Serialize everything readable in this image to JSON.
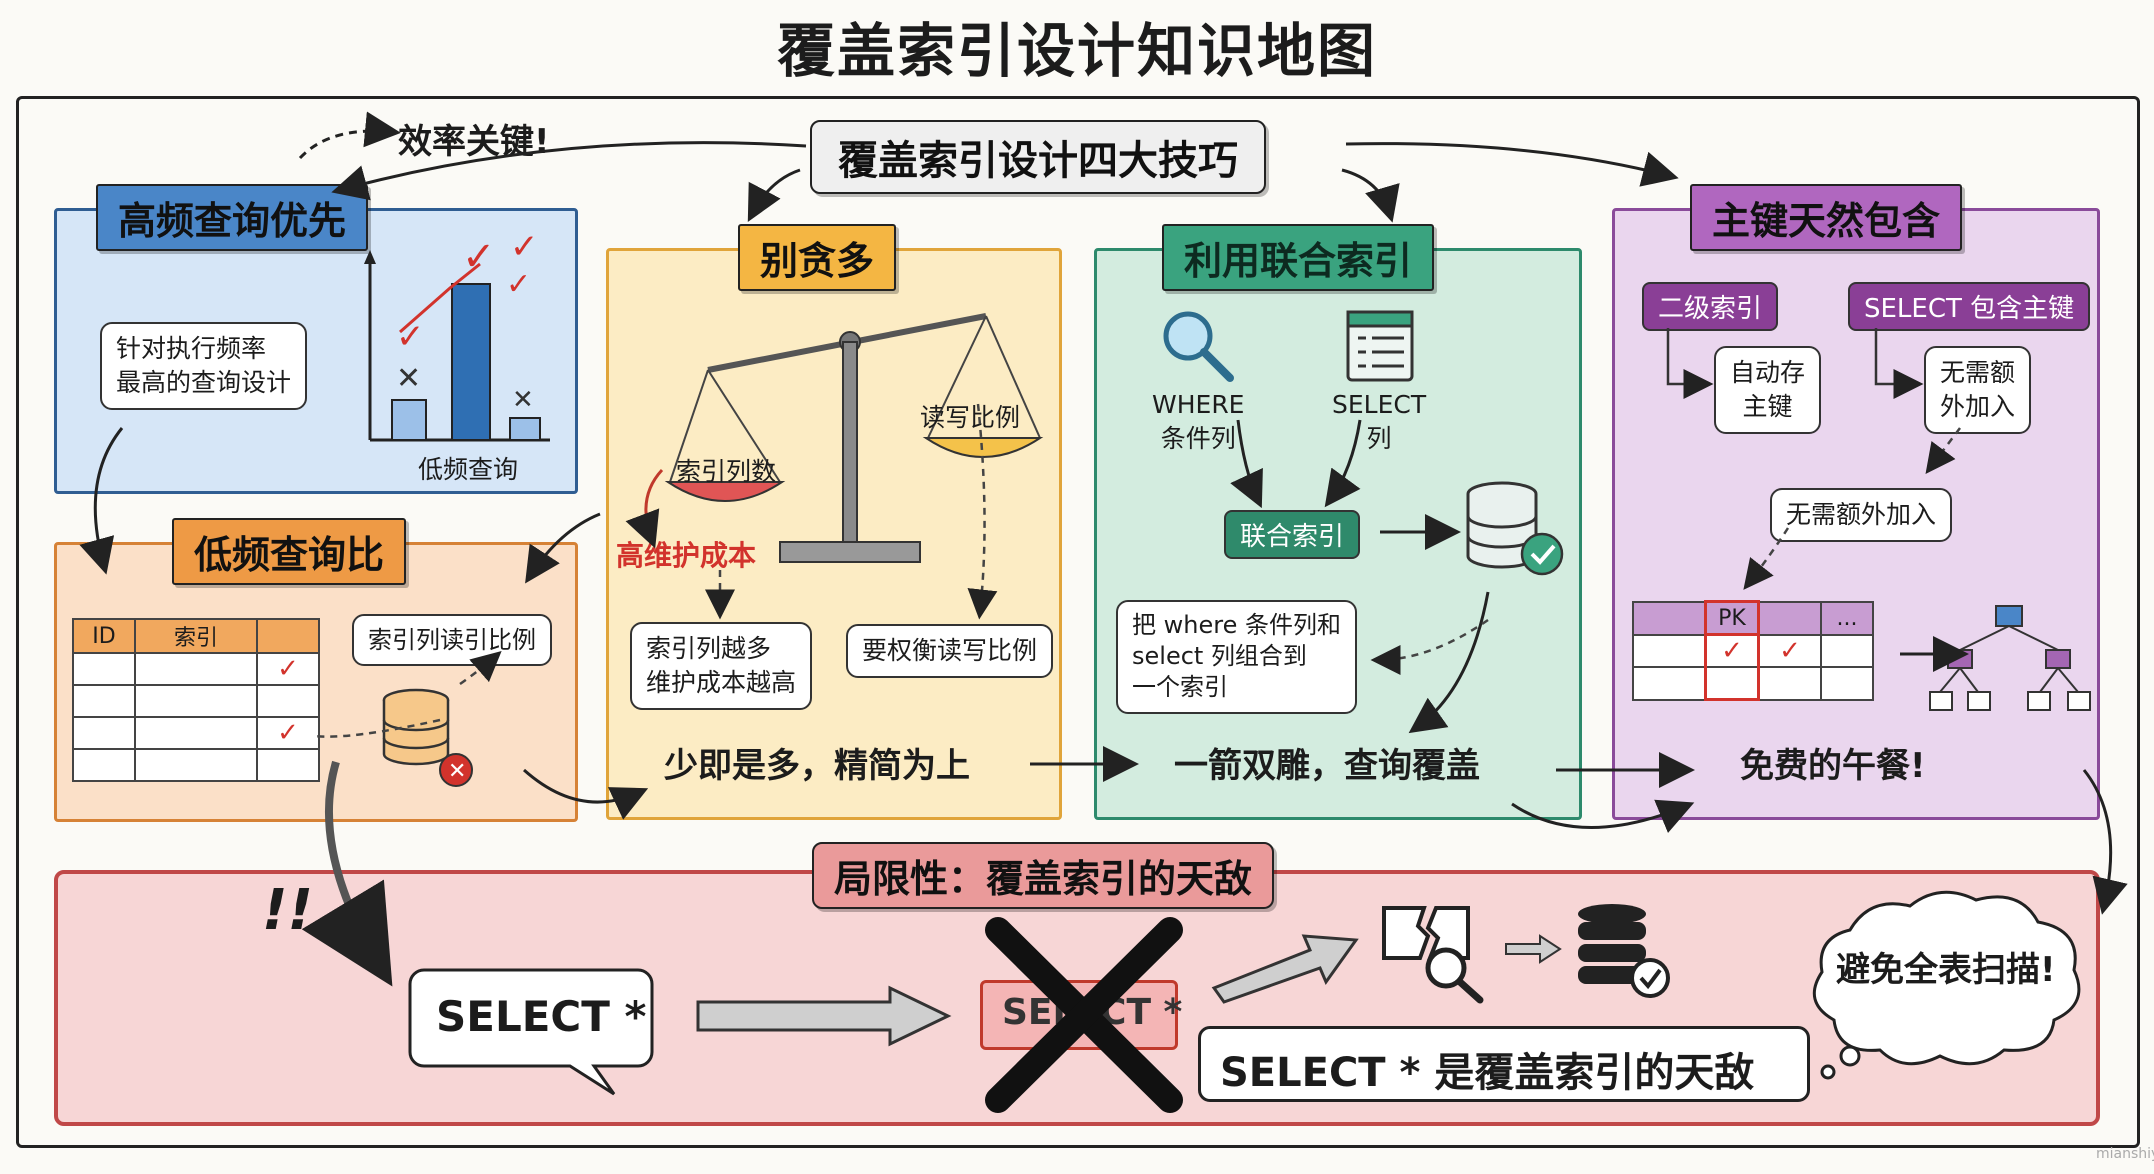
{
  "title": "覆盖索引设计知识地图",
  "central_tag": "覆盖索引设计四大技巧",
  "efficiency_note": "效率关键!",
  "panels": {
    "high_freq": {
      "tag": "高频查询优先",
      "box": "针对执行频率\n最高的查询设计",
      "chart_label": "低频查询"
    },
    "low_freq": {
      "tag": "低频查询比",
      "table_headers": [
        "ID",
        "索引",
        ""
      ],
      "ratio_box": "索引列读引比例"
    },
    "greedy": {
      "tag": "别贪多",
      "left_pan": "索引列数",
      "right_pan": "读写比例",
      "cost_label": "高维护成本",
      "left_box": "索引列越多\n维护成本越高",
      "right_box": "要权衡读写比例",
      "slogan": "少即是多，精简为上"
    },
    "composite": {
      "tag": "利用联合索引",
      "where_label": "WHERE\n条件列",
      "select_label": "SELECT\n列",
      "pill": "联合索引",
      "box": "把 where 条件列和\nselect 列组合到\n一个索引",
      "slogan": "一箭双雕，查询覆盖"
    },
    "primary_key": {
      "tag": "主键天然包含",
      "pill_left": "二级索引",
      "pill_right": "SELECT 包含主键",
      "box_left": "自动存\n主键",
      "box_right": "无需额\n外加入",
      "box_mid": "无需额外加入",
      "table_headers": [
        "",
        "PK",
        "",
        "..."
      ],
      "slogan": "免费的午餐!"
    }
  },
  "limitation": {
    "tag": "局限性：覆盖索引的天敌",
    "exclaim": "!!",
    "select_star": "SELECT *",
    "select_star_crossed": "SELECT *",
    "enemy_box": "SELECT * 是覆盖索引的天敌",
    "cloud": "避免全表扫描!"
  },
  "watermark": "面试鸭\nmianshiya.com",
  "colors": {
    "blue": "#4a86c8",
    "orange": "#ee9a45",
    "yellow": "#f4b643",
    "green": "#3aa37f",
    "purple": "#b067bf",
    "pink": "#ea9a9a",
    "red": "#d2332c"
  }
}
